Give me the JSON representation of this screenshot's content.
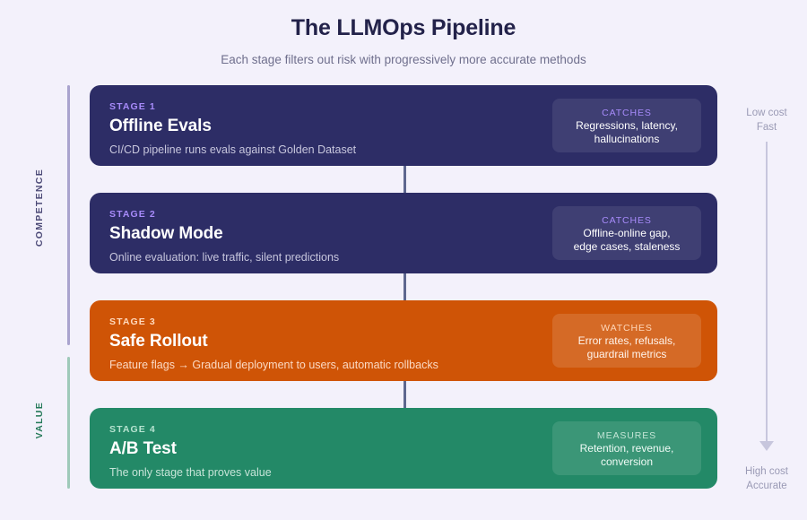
{
  "header": {
    "title": "The LLMOps Pipeline",
    "subtitle": "Each stage filters out risk with progressively more accurate methods"
  },
  "rails": {
    "competence": "COMPETENCE",
    "value": "VALUE"
  },
  "axis": {
    "top_line1": "Low cost",
    "top_line2": "Fast",
    "bottom_line1": "High cost",
    "bottom_line2": "Accurate"
  },
  "stages": [
    {
      "label": "STAGE 1",
      "title": "Offline Evals",
      "desc": "CI/CD pipeline runs evals against Golden Dataset",
      "badge_label": "CATCHES",
      "badge_line1": "Regressions, latency,",
      "badge_line2": "hallucinations",
      "color": "#2d2d66"
    },
    {
      "label": "STAGE 2",
      "title": "Shadow Mode",
      "desc": "Online evaluation: live traffic, silent predictions",
      "badge_label": "CATCHES",
      "badge_line1": "Offline-online gap,",
      "badge_line2": "edge cases, staleness",
      "color": "#2d2d66"
    },
    {
      "label": "STAGE 3",
      "title": "Safe Rollout",
      "desc": "Feature flags → Gradual deployment to users, automatic rollbacks",
      "badge_label": "WATCHES",
      "badge_line1": "Error rates, refusals,",
      "badge_line2": "guardrail metrics",
      "color": "#cf5406"
    },
    {
      "label": "STAGE 4",
      "title": "A/B Test",
      "desc": "The only stage that proves value",
      "badge_label": "MEASURES",
      "badge_line1": "Retention, revenue,",
      "badge_line2": "conversion",
      "color": "#238967"
    }
  ],
  "colors": {
    "background": "#f3f1fb",
    "title": "#23224a",
    "accent_purple": "#a78bfa",
    "accent_orange": "#cf5406",
    "accent_green": "#238967",
    "connector": "#5e678f",
    "rail_competence": "#a9a3ce",
    "rail_value": "#9ec9b9",
    "axis": "#c7c6dd"
  }
}
